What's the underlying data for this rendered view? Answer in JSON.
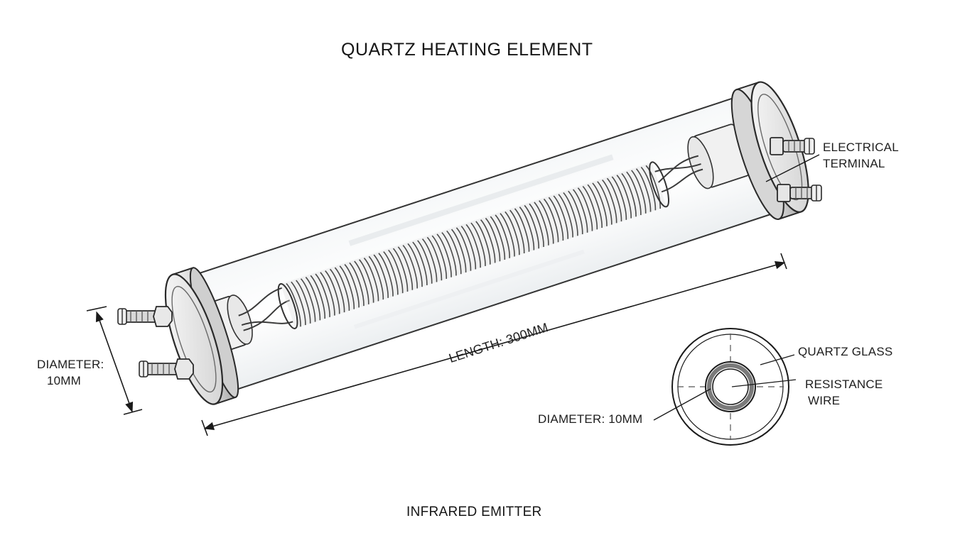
{
  "title": "QUARTZ HEATING ELEMENT",
  "footer": "INFRARED EMITTER",
  "labels": {
    "electrical_terminal_1": "ELECTRICAL",
    "electrical_terminal_2": "TERMINAL",
    "diameter_left_1": "DIAMETER:",
    "diameter_left_2": "10MM",
    "length": "LENGTH: 300MM",
    "quartz_glass": "QUARTZ GLASS",
    "resistance_wire_1": "RESISTANCE",
    "resistance_wire_2": "WIRE",
    "diameter_section": "DIAMETER: 10MM"
  },
  "colors": {
    "ink": "#1a1a1a",
    "metal_light": "#efefef",
    "metal_mid": "#c9c9c9",
    "metal_dark": "#9a9a9a",
    "glass_tint": "#f3f5f6",
    "coil": "#555555"
  }
}
